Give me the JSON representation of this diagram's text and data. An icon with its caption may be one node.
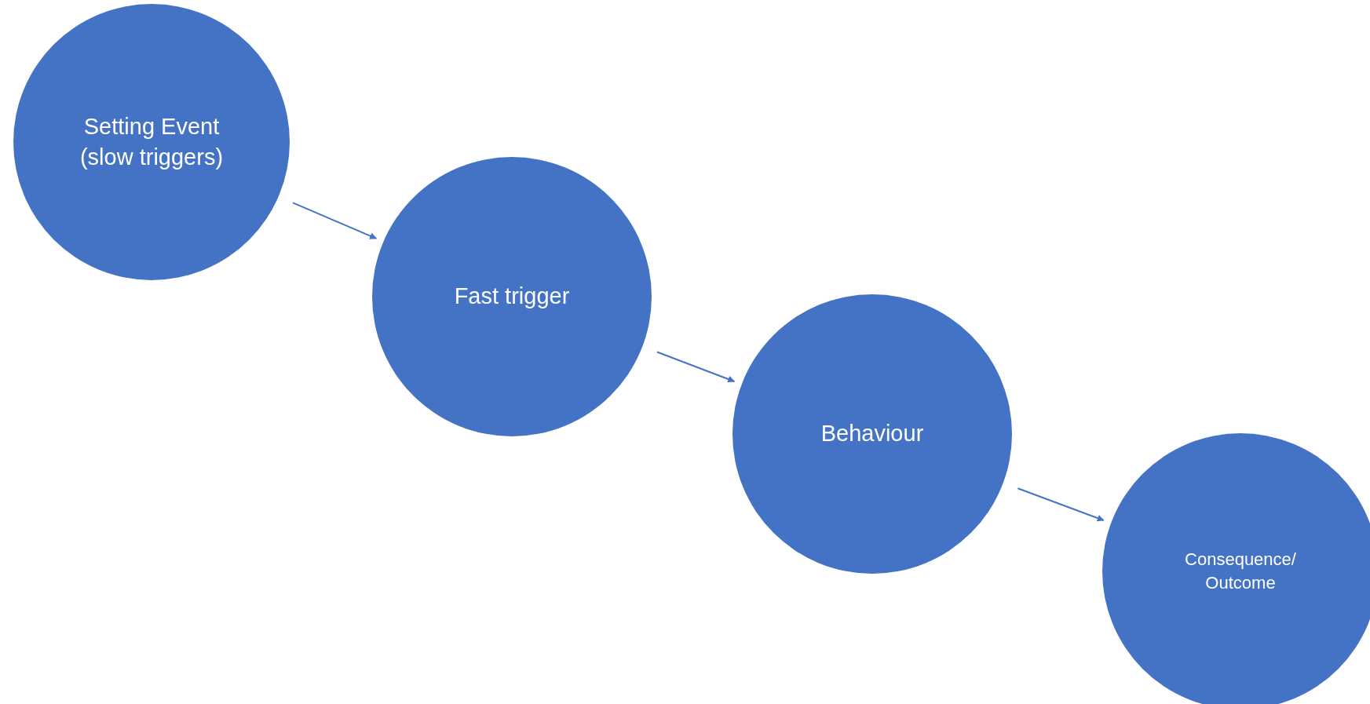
{
  "diagram": {
    "nodes": [
      {
        "text": [
          "Setting Event (slow triggers)"
        ]
      },
      {
        "text": [
          "Fast trigger"
        ]
      },
      {
        "text": [
          "Behaviour"
        ]
      },
      {
        "text": [
          "Consequence/ Outcome"
        ]
      }
    ],
    "edges": [
      {
        "from": 0,
        "to": 1,
        "arrow": "to"
      },
      {
        "from": 1,
        "to": 2,
        "arrow": "to"
      },
      {
        "from": 2,
        "to": 3,
        "arrow": "to"
      }
    ]
  }
}
